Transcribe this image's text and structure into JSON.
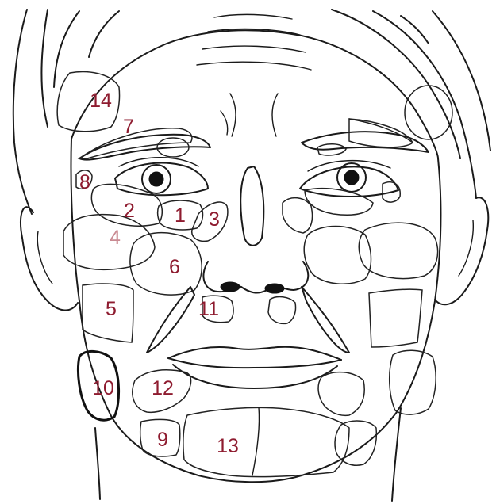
{
  "colors": {
    "label": "#8e1b2f",
    "label_faded": "#c98a92",
    "line": "#1a1a1a",
    "background": "#ffffff"
  },
  "zones": [
    {
      "id": "1",
      "label": "1"
    },
    {
      "id": "2",
      "label": "2"
    },
    {
      "id": "3",
      "label": "3"
    },
    {
      "id": "4",
      "label": "4"
    },
    {
      "id": "5",
      "label": "5"
    },
    {
      "id": "6",
      "label": "6"
    },
    {
      "id": "7",
      "label": "7"
    },
    {
      "id": "8",
      "label": "8"
    },
    {
      "id": "9",
      "label": "9"
    },
    {
      "id": "10",
      "label": "10"
    },
    {
      "id": "11",
      "label": "11"
    },
    {
      "id": "12",
      "label": "12"
    },
    {
      "id": "13",
      "label": "13"
    },
    {
      "id": "14",
      "label": "14"
    }
  ]
}
